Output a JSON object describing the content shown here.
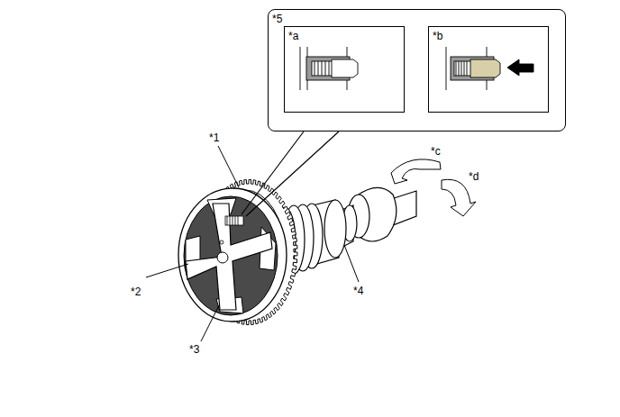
{
  "diagram": {
    "nodes": [
      {
        "text": [
          "*5"
        ]
      },
      {
        "text": [
          "*a"
        ],
        "in": 0
      },
      {
        "text": [
          "*b"
        ],
        "in": 0
      }
    ],
    "labels": [
      "*1",
      "*2",
      "*3",
      "*4",
      "*c",
      "*d"
    ]
  }
}
